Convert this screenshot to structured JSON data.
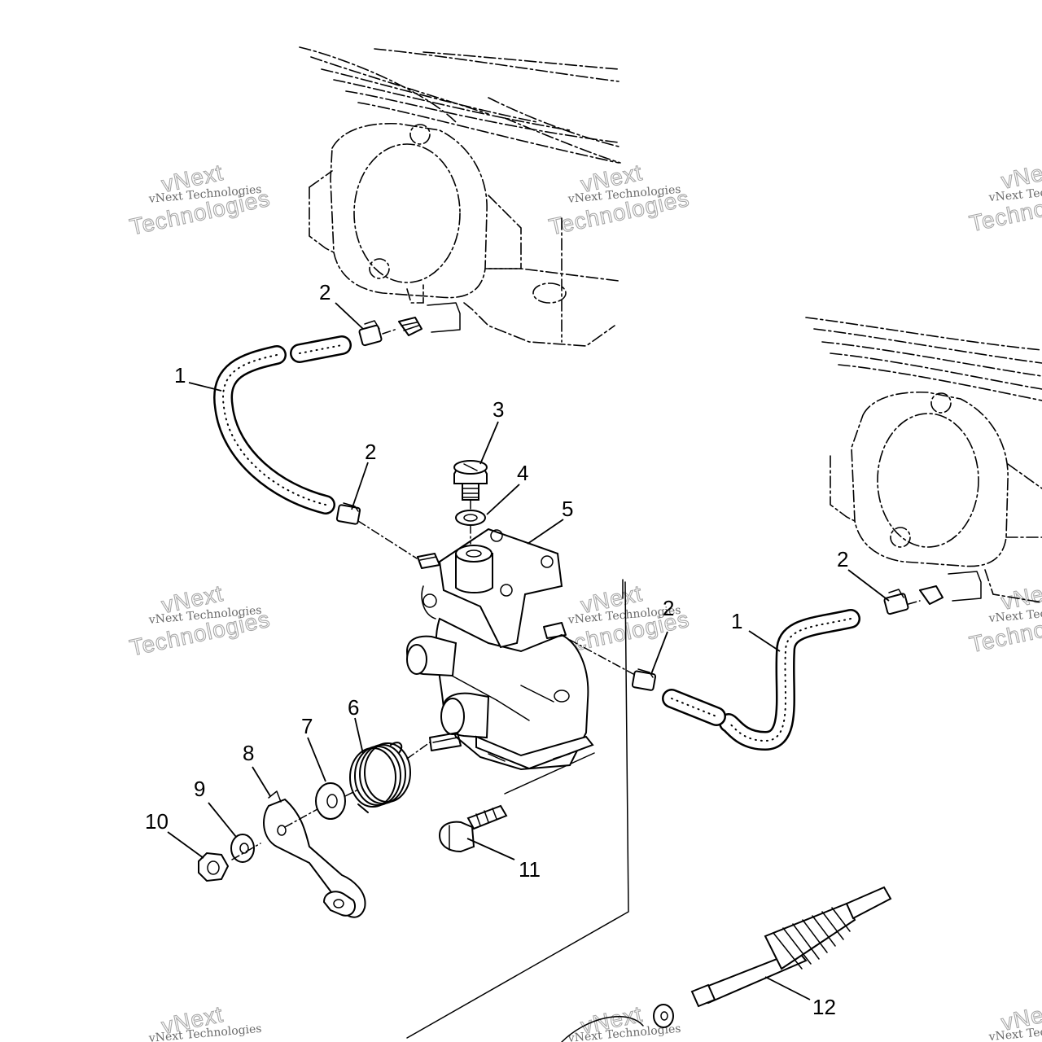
{
  "diagram": {
    "callouts": {
      "c1_upper": "1",
      "c1_right": "1",
      "c2_top": "2",
      "c2_mid": "2",
      "c2_right": "2",
      "c2_center": "2",
      "c3": "3",
      "c4": "4",
      "c5": "5",
      "c6": "6",
      "c7": "7",
      "c8": "8",
      "c9": "9",
      "c10": "10",
      "c11": "11",
      "c12": "12"
    },
    "watermark": {
      "line_small": "vNext Technologies",
      "line_big_1": "vNext",
      "line_big_2": "Technologies"
    }
  }
}
